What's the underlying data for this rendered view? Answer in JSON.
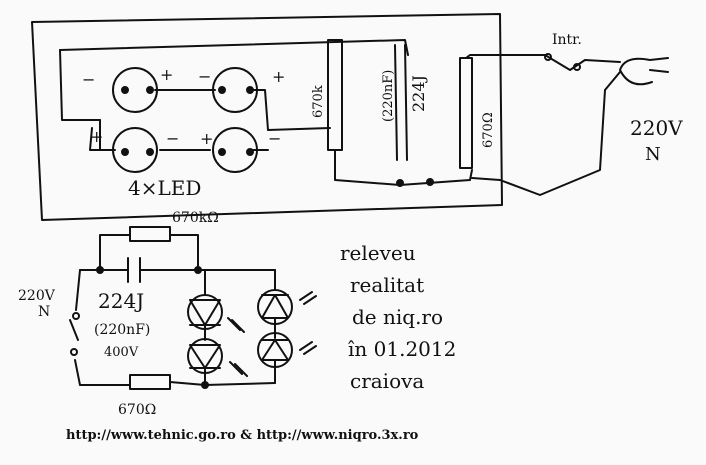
{
  "board": {
    "led_label": "4×LED",
    "resistor_top_label": "670k",
    "resistor_right_label": "670Ω",
    "cap_label_top": "(220nF)",
    "cap_label_code": "224J",
    "switch_label": "Intr.",
    "mains_label": "220V",
    "mains_symbol": "N",
    "plus": "+",
    "minus": "−"
  },
  "schematic": {
    "resistor_top_label": "670kΩ",
    "resistor_bottom_label": "670Ω",
    "cap_code": "224J",
    "cap_value": "(220nF)",
    "cap_voltage": "400V",
    "mains_label": "220V",
    "mains_symbol": "N"
  },
  "notes": {
    "line1": "releveu",
    "line2": "realitat",
    "line3": "de niq.ro",
    "line4": "în 01.2012",
    "line5": "craiova"
  },
  "footer": {
    "link1": "http://www.tehnic.go.ro",
    "sep": " & ",
    "link2": "http://www.niqro.3x.ro"
  }
}
